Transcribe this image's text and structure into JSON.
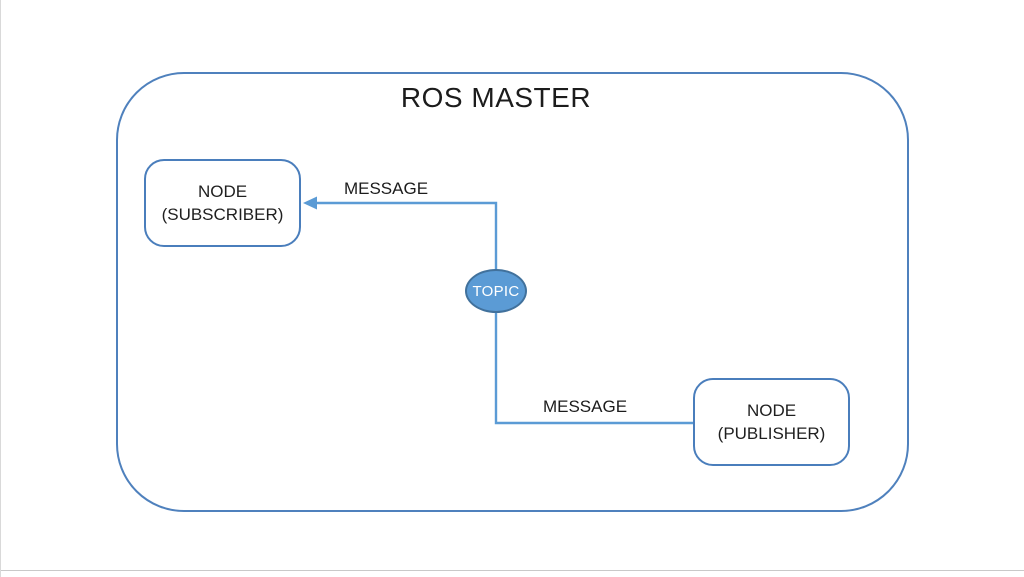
{
  "diagram": {
    "title": "ROS MASTER",
    "nodes": {
      "subscriber": {
        "line1": "NODE",
        "line2": "(SUBSCRIBER)"
      },
      "publisher": {
        "line1": "NODE",
        "line2": "(PUBLISHER)"
      },
      "topic": {
        "label": "TOPIC"
      }
    },
    "edges": {
      "topic_to_subscriber": {
        "label": "MESSAGE",
        "direction": "arrow-into-subscriber"
      },
      "publisher_to_topic": {
        "label": "MESSAGE",
        "direction": "plain"
      }
    }
  },
  "colors": {
    "connector": "#5b9bd5",
    "box_border": "#4a7ebc",
    "frame_border": "#4f81bd",
    "topic_fill": "#5b9bd5",
    "topic_border": "#41719c",
    "text": "#1c1c1c"
  }
}
